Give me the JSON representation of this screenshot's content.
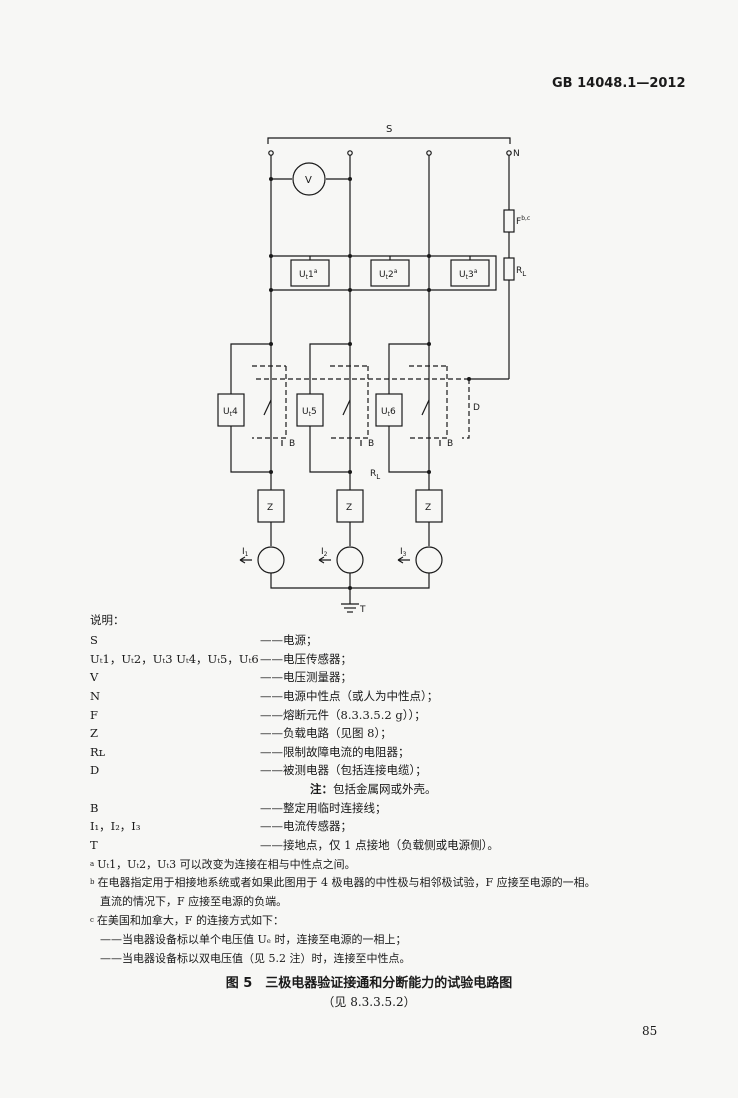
{
  "header": {
    "standard_id": "GB 14048.1—2012"
  },
  "diagram": {
    "source_label": "S",
    "neutral_label": "N",
    "voltmeter_label": "V",
    "fuse_label": "F",
    "fuse_sup": "b,c",
    "resistor_label": "R",
    "resistor_sub": "L",
    "ut1_label": "U",
    "ut1_sub": "t",
    "ut1_num": "1",
    "ut1_sup": "a",
    "ut2_label": "U",
    "ut2_sub": "t",
    "ut2_num": "2",
    "ut2_sup": "a",
    "ut3_label": "U",
    "ut3_sub": "t",
    "ut3_num": "3",
    "ut3_sup": "a",
    "ut4_label": "U",
    "ut4_sub": "t",
    "ut4_num": "4",
    "ut5_label": "U",
    "ut5_sub": "t",
    "ut5_num": "5",
    "ut6_label": "U",
    "ut6_sub": "t",
    "ut6_num": "6",
    "device_label": "D",
    "link_label": "B",
    "rl_mid_label": "R",
    "rl_mid_sub": "L",
    "load_label": "Z",
    "current1_label": "I",
    "current1_sub": "1",
    "current2_label": "I",
    "current2_sub": "2",
    "current3_label": "I",
    "current3_sub": "3",
    "earth_label": "T"
  },
  "legend": {
    "heading": "说明：",
    "items": [
      {
        "symbol": "S",
        "desc": "——电源；"
      },
      {
        "symbol": "Uₜ1，Uₜ2，Uₜ3 Uₜ4，Uₜ5，Uₜ6",
        "desc": "——电压传感器；"
      },
      {
        "symbol": "V",
        "desc": "——电压测量器；"
      },
      {
        "symbol": "N",
        "desc": "——电源中性点（或人为中性点）；"
      },
      {
        "symbol": "F",
        "desc": "——熔断元件（8.3.3.5.2 g））；"
      },
      {
        "symbol": "Z",
        "desc": "——负载电路（见图 8）；"
      },
      {
        "symbol": "Rʟ",
        "desc": "——限制故障电流的电阻器；"
      },
      {
        "symbol": "D",
        "desc": "——被测电器（包括连接电缆）；"
      }
    ],
    "note_label": "注：",
    "note_text": "包括金属网或外壳。",
    "items2": [
      {
        "symbol": "B",
        "desc": "——整定用临时连接线；"
      },
      {
        "symbol": "I₁，I₂，I₃",
        "desc": "——电流传感器；"
      },
      {
        "symbol": "T",
        "desc": "——接地点，仅 1 点接地（负载侧或电源侧）。"
      }
    ]
  },
  "footnotes": [
    {
      "mark": "a",
      "text": "Uₜ1，Uₜ2，Uₜ3 可以改变为连接在相与中性点之间。"
    },
    {
      "mark": "b",
      "text": "在电器指定用于相接地系统或者如果此图用于 4 极电器的中性极与相邻极试验，F 应接至电源的一相。"
    },
    {
      "mark": "",
      "text": "直流的情况下，F 应接至电源的负端。"
    },
    {
      "mark": "c",
      "text": "在美国和加拿大，F 的连接方式如下："
    },
    {
      "mark": "",
      "text": "——当电器设备标以单个电压值 Uₑ 时，连接至电源的一相上；"
    },
    {
      "mark": "",
      "text": "——当电器设备标以双电压值（见 5.2 注）时，连接至中性点。"
    }
  ],
  "caption": {
    "title": "图 5　三极电器验证接通和分断能力的试验电路图",
    "sub": "（见 8.3.3.5.2）"
  },
  "page_number": "85"
}
